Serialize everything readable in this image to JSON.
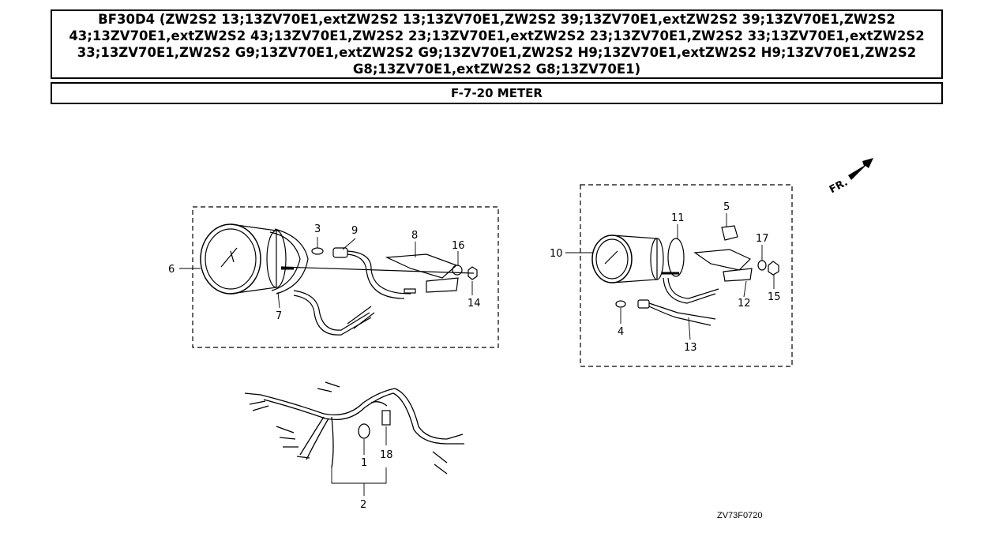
{
  "header": {
    "title": "BF30D4 (ZW2S2 13;13ZV70E1,extZW2S2 13;13ZV70E1,ZW2S2 39;13ZV70E1,extZW2S2 39;13ZV70E1,ZW2S2 43;13ZV70E1,extZW2S2 43;13ZV70E1,ZW2S2 23;13ZV70E1,extZW2S2 23;13ZV70E1,ZW2S2 33;13ZV70E1,extZW2S2 33;13ZV70E1,ZW2S2 G9;13ZV70E1,extZW2S2 G9;13ZV70E1,ZW2S2 H9;13ZV70E1,extZW2S2 H9;13ZV70E1,ZW2S2 G8;13ZV70E1,extZW2S2 G8;13ZV70E1)",
    "section": "F-7-20 METER"
  },
  "diagram": {
    "direction_label": "FR.",
    "drawing_code": "ZV73F0720",
    "callouts": {
      "c1": "1",
      "c2": "2",
      "c3": "3",
      "c4": "4",
      "c5": "5",
      "c6": "6",
      "c7": "7",
      "c8": "8",
      "c9": "9",
      "c10": "10",
      "c11": "11",
      "c12": "12",
      "c13": "13",
      "c14": "14",
      "c15": "15",
      "c16": "16",
      "c17": "17",
      "c18": "18"
    }
  }
}
